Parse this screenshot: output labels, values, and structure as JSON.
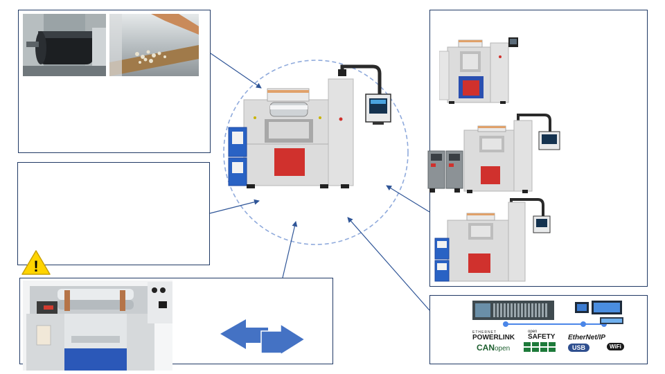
{
  "colors": {
    "box_border": "#1f3864",
    "connector": "#2f5597",
    "circle_dash": "#8faadc",
    "arrow_fill": "#4472c4",
    "machine_red": "#d0312d",
    "machine_grey": "#dcdcdc",
    "cabinet_blue": "#2962c4",
    "warning_yellow": "#ffd400"
  },
  "icons": {
    "warning": "warning-triangle-icon",
    "exchange": "bidirectional-arrow-icon"
  },
  "logos": {
    "powerlink_small": "ETHERNET",
    "powerlink": "POWERLINK",
    "opensafety_small": "open",
    "opensafety": "SAFETY",
    "ethernetip": "EtherNet/IP",
    "canopen_can": "CAN",
    "canopen_open": "open",
    "usb": "USB",
    "wifi": "WiFi",
    "warning_mark": "!"
  }
}
